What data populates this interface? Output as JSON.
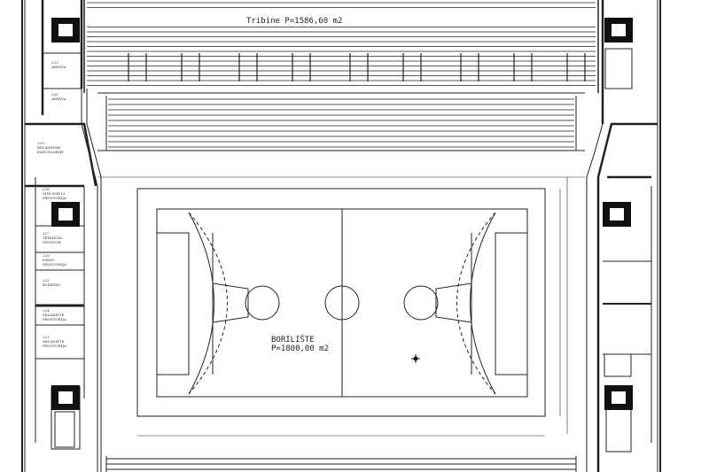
{
  "stands_label": "Tribine P=1586,60 m2",
  "court_label": {
    "name": "BORILIŠTE",
    "area": "P=1800,00 m2"
  },
  "rooms": [
    {
      "num": "231",
      "name": "ARHIVA"
    },
    {
      "num": "230",
      "name": "ARHIVA"
    },
    {
      "num": "229",
      "name": "BELASINSKI",
      "name2": "KANCELARIJE"
    },
    {
      "num": "228",
      "name": "SIMONELLI",
      "name2": "PROSTORIJA"
    },
    {
      "num": "227",
      "name": "TEHNIČKI",
      "name2": "PROSTOR"
    },
    {
      "num": "226",
      "name": "DEMO",
      "name2": "PROSTORIJA"
    },
    {
      "num": "225",
      "name": "ELEKTRO"
    },
    {
      "num": "224",
      "name": "SKLADIŠTE",
      "name2": "PROSTORIJA"
    },
    {
      "num": "223",
      "name": "SKLADIŠTE",
      "name2": "PROSTORIJA"
    }
  ]
}
